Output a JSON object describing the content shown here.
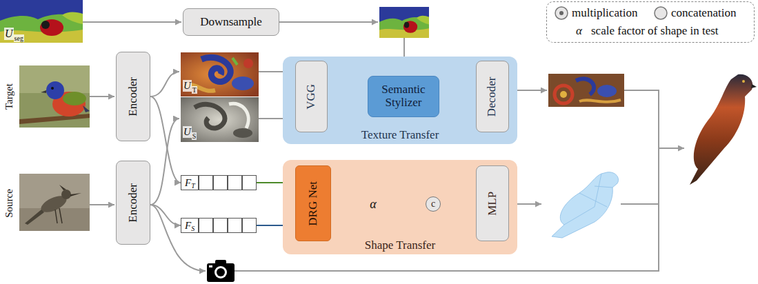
{
  "diagram": {
    "nodes": [
      {
        "text": [
          "Downsample"
        ]
      },
      {
        "text": [
          "Encoder"
        ]
      },
      {
        "text": [
          "Encoder"
        ]
      },
      {
        "text": [
          "Texture Transfer"
        ]
      },
      {
        "text": [
          "VGG"
        ],
        "in": 3
      },
      {
        "text": [
          "Semantic Stylizer"
        ],
        "in": 3
      },
      {
        "text": [
          "Decoder"
        ],
        "in": 3
      },
      {
        "text": [
          "F",
          "T"
        ]
      },
      {
        "text": [
          "F",
          "S"
        ]
      },
      {
        "text": [
          "Shape Transfer"
        ]
      },
      {
        "text": [
          "DRG Net"
        ],
        "in": 9
      },
      {
        "text": [
          "c"
        ],
        "in": 9
      },
      {
        "text": [
          "MLP"
        ],
        "in": 9
      }
    ],
    "edges": [
      {
        "from": 1,
        "to": 7,
        "arrow": "to"
      },
      {
        "from": 2,
        "to": 8,
        "arrow": "to"
      },
      {
        "from": 4,
        "to": 5,
        "arrow": "to"
      },
      {
        "from": 4,
        "to": 5,
        "arrow": "to"
      },
      {
        "from": 5,
        "to": 6,
        "arrow": "to"
      },
      {
        "from": 7,
        "to": 10,
        "arrow": "to"
      },
      {
        "from": 8,
        "to": 10,
        "arrow": "to"
      },
      {
        "from": 11,
        "to": 12,
        "arrow": "to"
      }
    ],
    "labels": [
      "U",
      "seg",
      "c",
      "α",
      "Target",
      "U",
      "T",
      "U",
      "S",
      "Source",
      "α"
    ],
    "legend": [
      {
        "text": "multiplication"
      },
      {
        "text": "concatenation"
      },
      {
        "text": "scale factor of shape in test"
      }
    ]
  }
}
